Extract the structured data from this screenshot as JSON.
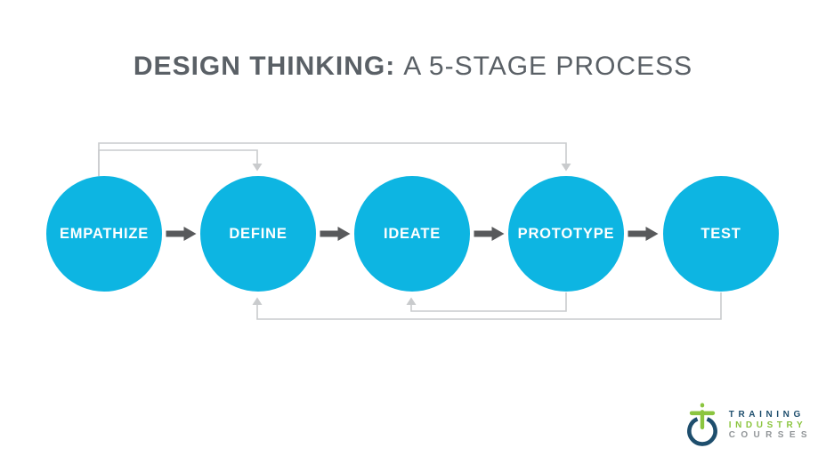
{
  "title": {
    "emphasis": "DESIGN THINKING:",
    "rest": "A 5-STAGE PROCESS"
  },
  "stages": [
    "EMPATHIZE",
    "DEFINE",
    "IDEATE",
    "PROTOTYPE",
    "TEST"
  ],
  "flow": {
    "direction": "left-to-right",
    "feedback_loops": [
      "EMPATHIZE to DEFINE (top)",
      "EMPATHIZE to PROTOTYPE (top)",
      "PROTOTYPE to IDEATE (bottom)",
      "TEST to DEFINE (bottom)"
    ]
  },
  "logo": {
    "line1": "TRAINING",
    "line2": "INDUSTRY",
    "line3": "COURSES"
  },
  "colors": {
    "stage-circle": "#0db5e2",
    "flow-arrow": "#58595b",
    "feedback-line": "#c9cbcd",
    "title-text": "#5a6066",
    "logo-navy": "#1e4e6d",
    "logo-green": "#8bc53f",
    "logo-gray": "#919598"
  }
}
